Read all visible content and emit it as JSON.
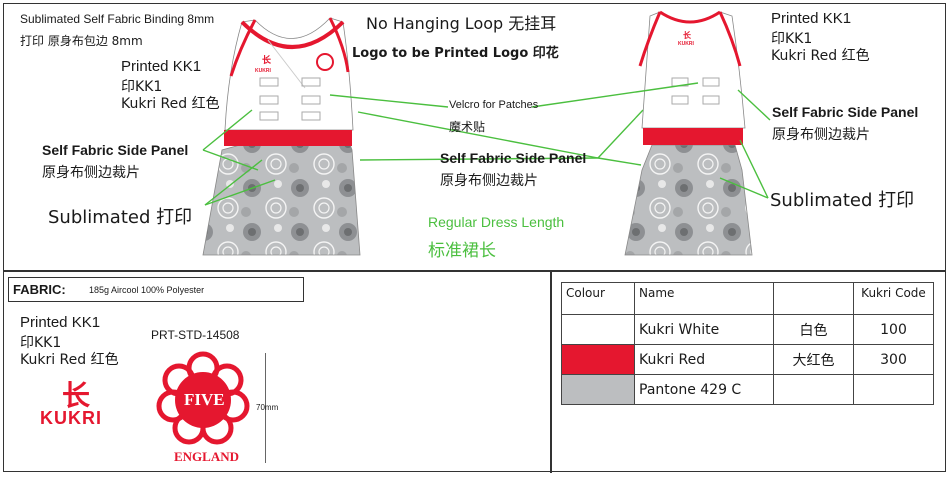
{
  "annotations": {
    "binding_en": "Sublimated Self Fabric Binding  8mm",
    "binding_cn": "打印 原身布包边 8mm",
    "no_loop": "No Hanging Loop  无挂耳",
    "logo_printed": "Logo to be Printed  Logo 印花",
    "printed_kk1_left": "Printed KK1",
    "yin_kk1_left": "印KK1",
    "kukri_red_left": "Kukri Red 红色",
    "velcro_en": "Velcro for Patches",
    "velcro_cn": "魔术贴",
    "side_panel_left_en": "Self Fabric Side Panel",
    "side_panel_left_cn": "原身布侧边裁片",
    "side_panel_mid_en": "Self Fabric Side Panel",
    "side_panel_mid_cn": "原身布侧边裁片",
    "sublimated_left": "Sublimated 打印",
    "regular_length_en": "Regular Dress Length",
    "regular_length_cn": "标准裙长",
    "printed_kk1_right": "Printed KK1",
    "yin_kk1_right": "印KK1",
    "kukri_red_right": "Kukri Red 红色",
    "side_panel_right_en": "Self Fabric Side Panel",
    "side_panel_right_cn": "原身布侧边裁片",
    "sublimated_right": "Sublimated 打印"
  },
  "fabric": {
    "label": "FABRIC:",
    "value": "185g Aircool 100% Polyester"
  },
  "logo_section": {
    "printed": "Printed KK1",
    "yin": "印KK1",
    "kukri_red": "Kukri Red 红色",
    "code": "PRT-STD-14508",
    "kukri_wordmark": "KUKRI",
    "five": "FIVE",
    "england": "ENGLAND",
    "dimension": "70mm"
  },
  "colour_table": {
    "headers": [
      "Colour",
      "Name",
      "",
      "Kukri Code"
    ],
    "rows": [
      {
        "swatch": "#ffffff",
        "name": "Kukri White",
        "cn": "白色",
        "code": "100"
      },
      {
        "swatch": "#e5172f",
        "name": "Kukri Red",
        "cn": "大红色",
        "code": "300"
      },
      {
        "swatch": "#bcbec0",
        "name": "Pantone 429 C",
        "cn": "",
        "code": ""
      }
    ]
  },
  "colors": {
    "red": "#e5172f",
    "grey": "#bcbec0",
    "green": "#4bbf3f"
  }
}
